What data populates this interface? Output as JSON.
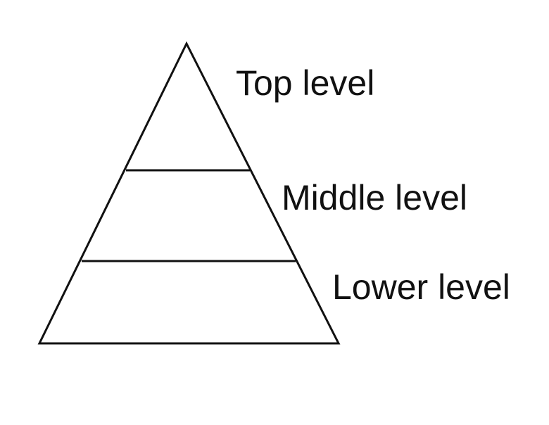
{
  "diagram": {
    "type": "pyramid",
    "levels": [
      {
        "name": "top",
        "label": "Top level"
      },
      {
        "name": "middle",
        "label": "Middle level"
      },
      {
        "name": "lower",
        "label": "Lower level"
      }
    ],
    "colors": {
      "stroke": "#111111",
      "background": "#ffffff",
      "text": "#111111"
    }
  }
}
